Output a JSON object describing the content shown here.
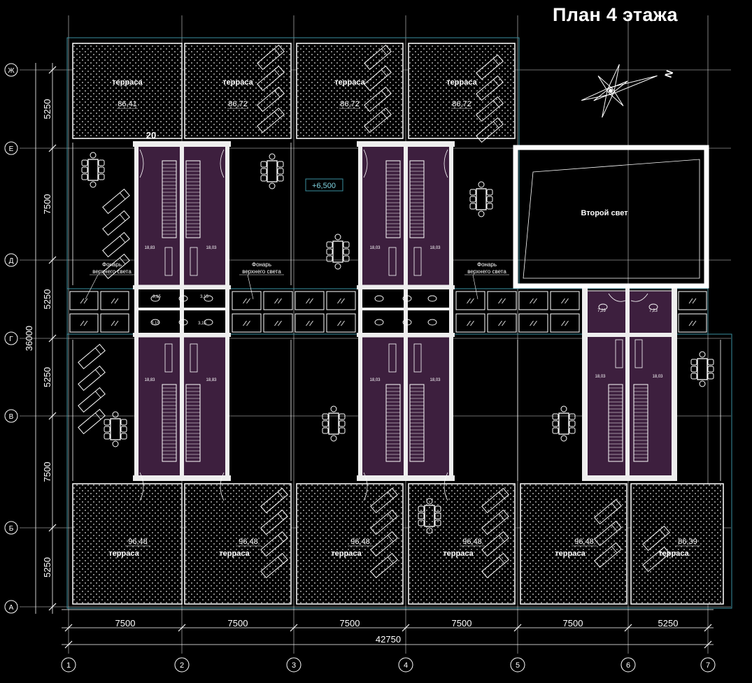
{
  "title": "План 4 этажа",
  "colors": {
    "background": "#000000",
    "lines": "#ffffff",
    "grid": "#d8d8d8",
    "cyan": "#3a8fa0",
    "stair_core": "#3d1f3e"
  },
  "axes": {
    "columns": [
      {
        "label": "1"
      },
      {
        "label": "2"
      },
      {
        "label": "3"
      },
      {
        "label": "4"
      },
      {
        "label": "5"
      },
      {
        "label": "6"
      },
      {
        "label": "7"
      }
    ],
    "rows": [
      {
        "label": "Ж"
      },
      {
        "label": "Е"
      },
      {
        "label": "Д"
      },
      {
        "label": "Г"
      },
      {
        "label": "В"
      },
      {
        "label": "Б"
      },
      {
        "label": "А"
      }
    ]
  },
  "dimensions": {
    "column_spacings": [
      "7500",
      "7500",
      "7500",
      "7500",
      "7500",
      "5250"
    ],
    "total_width": "42750",
    "row_spacings": [
      "5250",
      "7500",
      "5250",
      "5250",
      "7500",
      "5250"
    ],
    "total_height": "36000"
  },
  "elevation": "+6,500",
  "terrace_label": "терраса",
  "terraces_top": [
    {
      "area": "86,41"
    },
    {
      "area": "86,72"
    },
    {
      "area": "86,72"
    },
    {
      "area": "86,72"
    }
  ],
  "terraces_bottom": [
    {
      "area": "96,48"
    },
    {
      "area": "96,48"
    },
    {
      "area": "96,48"
    },
    {
      "area": "96,48"
    },
    {
      "area": "96,48"
    },
    {
      "area": "86,39"
    }
  ],
  "second_light": "Второй свет",
  "skylight_label_line1": "Фонарь",
  "skylight_label_line2": "верхнего света",
  "unit_number": "20",
  "core_room_areas": [
    "18,83",
    "18,03",
    "3,15",
    "3,15",
    "3,15",
    "3,15",
    "18,83",
    "18,83",
    "18,03",
    "18,03",
    "18,03",
    "18,03",
    "7,29",
    "7,23",
    "18,03",
    "18,03"
  ],
  "compass_label": "N"
}
